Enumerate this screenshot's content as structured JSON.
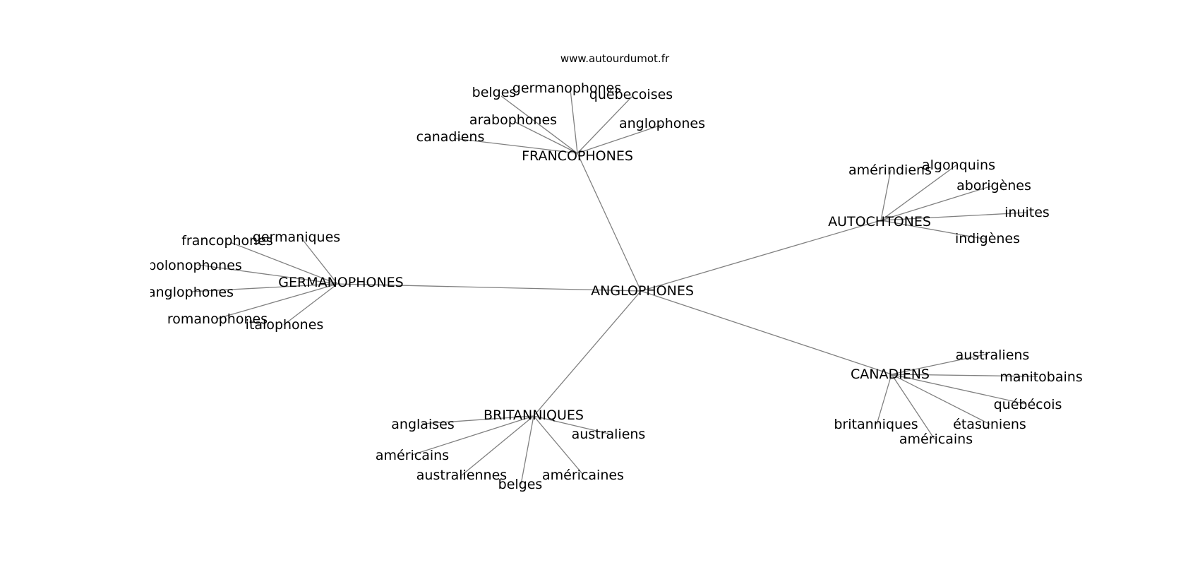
{
  "source": "www.autourdumot.fr",
  "center": "ANGLOPHONES",
  "hubs": [
    {
      "key": "francophones",
      "label": "FRANCOPHONES",
      "leaves": [
        "belges",
        "germanophones",
        "québecoises",
        "arabophones",
        "anglophones",
        "canadiens"
      ]
    },
    {
      "key": "autochtones",
      "label": "AUTOCHTONES",
      "leaves": [
        "amérindiens",
        "algonquins",
        "aborigènes",
        "inuites",
        "indigènes"
      ]
    },
    {
      "key": "germanophones",
      "label": "GERMANOPHONES",
      "leaves": [
        "francophones",
        "germaniques",
        "polonophones",
        "anglophones",
        "romanophones",
        "italophones"
      ]
    },
    {
      "key": "canadiens",
      "label": "CANADIENS",
      "leaves": [
        "australiens",
        "manitobains",
        "québécois",
        "étasuniens",
        "américains",
        "britanniques"
      ]
    },
    {
      "key": "britanniques",
      "label": "BRITANNIQUES",
      "leaves": [
        "anglaises",
        "australiens",
        "américains",
        "australiennes",
        "belges",
        "américaines"
      ]
    }
  ]
}
